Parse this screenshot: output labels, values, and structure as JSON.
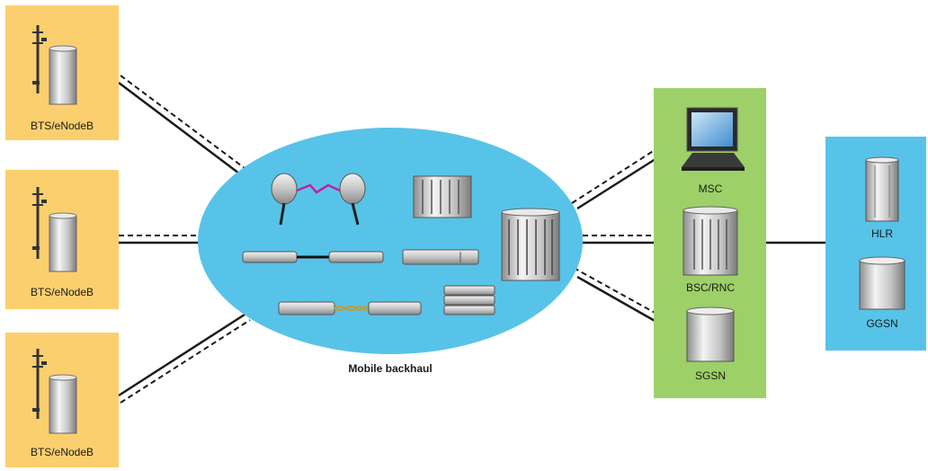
{
  "bts_sites": [
    {
      "label": "BTS/eNodeB"
    },
    {
      "label": "BTS/eNodeB"
    },
    {
      "label": "BTS/eNodeB"
    }
  ],
  "backhaul": {
    "label": "Mobile backhaul"
  },
  "core": {
    "msc_label": "MSC",
    "bsc_label": "BSC/RNC",
    "sgsn_label": "SGSN"
  },
  "network": {
    "hlr_label": "HLR",
    "ggsn_label": "GGSN"
  },
  "colors": {
    "bts_box": "#fccf6e",
    "backhaul_ellipse": "#58c3e8",
    "core_box": "#9dd068",
    "network_box": "#58c3e8"
  }
}
